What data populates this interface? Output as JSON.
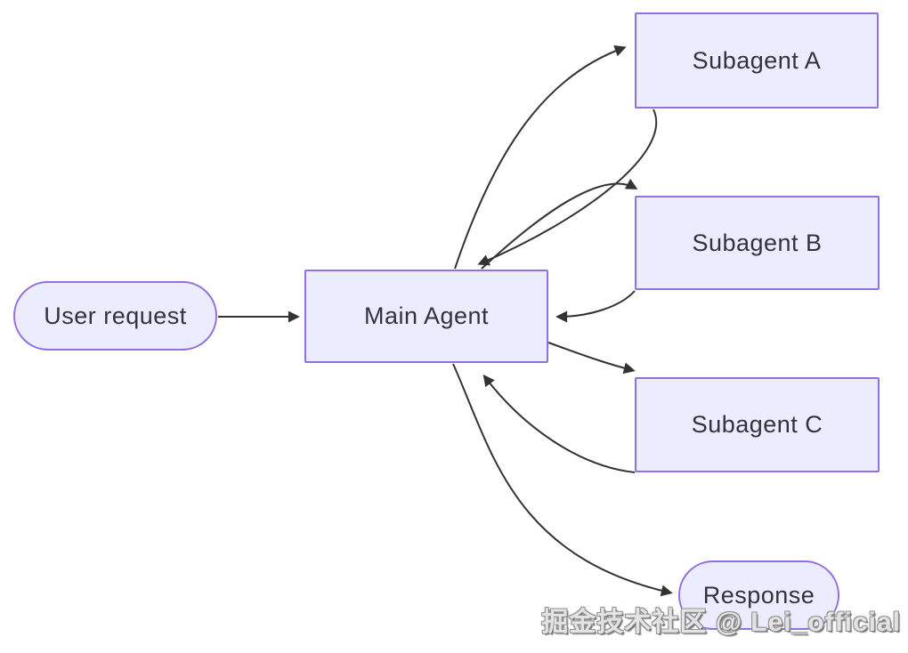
{
  "diagram": {
    "type": "flowchart",
    "nodes": [
      {
        "id": "user_request",
        "label": "User request",
        "shape": "stadium"
      },
      {
        "id": "main_agent",
        "label": "Main Agent",
        "shape": "rect"
      },
      {
        "id": "subagent_a",
        "label": "Subagent A",
        "shape": "rect"
      },
      {
        "id": "subagent_b",
        "label": "Subagent B",
        "shape": "rect"
      },
      {
        "id": "subagent_c",
        "label": "Subagent C",
        "shape": "rect"
      },
      {
        "id": "response",
        "label": "Response",
        "shape": "stadium"
      }
    ],
    "edges": [
      {
        "from": "user_request",
        "to": "main_agent"
      },
      {
        "from": "main_agent",
        "to": "subagent_a"
      },
      {
        "from": "subagent_a",
        "to": "main_agent"
      },
      {
        "from": "main_agent",
        "to": "subagent_b"
      },
      {
        "from": "subagent_b",
        "to": "main_agent"
      },
      {
        "from": "main_agent",
        "to": "subagent_c"
      },
      {
        "from": "subagent_c",
        "to": "main_agent"
      },
      {
        "from": "main_agent",
        "to": "response"
      }
    ],
    "colors": {
      "node_fill": "#ECECFF",
      "node_border": "#9370DB",
      "edge": "#333333",
      "text": "#333340"
    }
  },
  "watermark": {
    "text": "掘金技术社区 @ Lei_official"
  }
}
